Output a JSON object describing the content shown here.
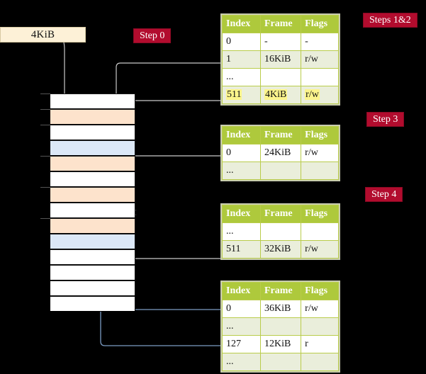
{
  "request": {
    "label": "4KiB"
  },
  "badges": {
    "step0": "Step 0",
    "steps12": "Steps 1&2",
    "step3": "Step 3",
    "step4": "Step 4"
  },
  "tables": [
    {
      "id": "table1",
      "headers": [
        "Index",
        "Frame",
        "Flags"
      ],
      "rows": [
        {
          "cells": [
            "0",
            "-",
            "-"
          ],
          "tint": false,
          "highlight": false
        },
        {
          "cells": [
            "1",
            "16KiB",
            "r/w"
          ],
          "tint": true,
          "highlight": false
        },
        {
          "cells": [
            "...",
            "",
            ""
          ],
          "tint": false,
          "highlight": false
        },
        {
          "cells": [
            "511",
            "4KiB",
            "r/w"
          ],
          "tint": true,
          "highlight": true
        }
      ]
    },
    {
      "id": "table2",
      "headers": [
        "Index",
        "Frame",
        "Flags"
      ],
      "rows": [
        {
          "cells": [
            "0",
            "24KiB",
            "r/w"
          ],
          "tint": false,
          "highlight": false
        },
        {
          "cells": [
            "...",
            "",
            ""
          ],
          "tint": true,
          "highlight": false
        }
      ]
    },
    {
      "id": "table3",
      "headers": [
        "Index",
        "Frame",
        "Flags"
      ],
      "rows": [
        {
          "cells": [
            "...",
            "",
            ""
          ],
          "tint": false,
          "highlight": false
        },
        {
          "cells": [
            "511",
            "32KiB",
            "r/w"
          ],
          "tint": true,
          "highlight": false
        }
      ]
    },
    {
      "id": "table4",
      "headers": [
        "Index",
        "Frame",
        "Flags"
      ],
      "rows": [
        {
          "cells": [
            "0",
            "36KiB",
            "r/w"
          ],
          "tint": false,
          "highlight": false
        },
        {
          "cells": [
            "...",
            "",
            ""
          ],
          "tint": true,
          "highlight": false
        },
        {
          "cells": [
            "127",
            "12KiB",
            "r"
          ],
          "tint": false,
          "highlight": false
        },
        {
          "cells": [
            "...",
            "",
            ""
          ],
          "tint": true,
          "highlight": false
        }
      ]
    }
  ],
  "memory": {
    "rows": [
      {
        "fill": "white",
        "tick": true
      },
      {
        "fill": "orange",
        "tick": true
      },
      {
        "fill": "white",
        "tick": true
      },
      {
        "fill": "blue",
        "tick": false
      },
      {
        "fill": "orange",
        "tick": true
      },
      {
        "fill": "white",
        "tick": false
      },
      {
        "fill": "orange",
        "tick": true
      },
      {
        "fill": "white",
        "tick": false
      },
      {
        "fill": "orange",
        "tick": true
      },
      {
        "fill": "blue",
        "tick": false
      },
      {
        "fill": "white",
        "tick": false
      },
      {
        "fill": "white",
        "tick": false
      },
      {
        "fill": "white",
        "tick": false
      },
      {
        "fill": "white",
        "tick": false
      }
    ]
  },
  "colors": {
    "badge": "#b20c2e",
    "table_header": "#aec93c",
    "table_tint": "#eaeedb",
    "highlight": "#fcf58c",
    "mem_orange": "#fde3cc",
    "mem_blue": "#dce8f7",
    "request_box": "#fdf1d7",
    "wire_gray": "#c9c9c9",
    "wire_blue": "#7c9cc4",
    "background": "#000000"
  }
}
